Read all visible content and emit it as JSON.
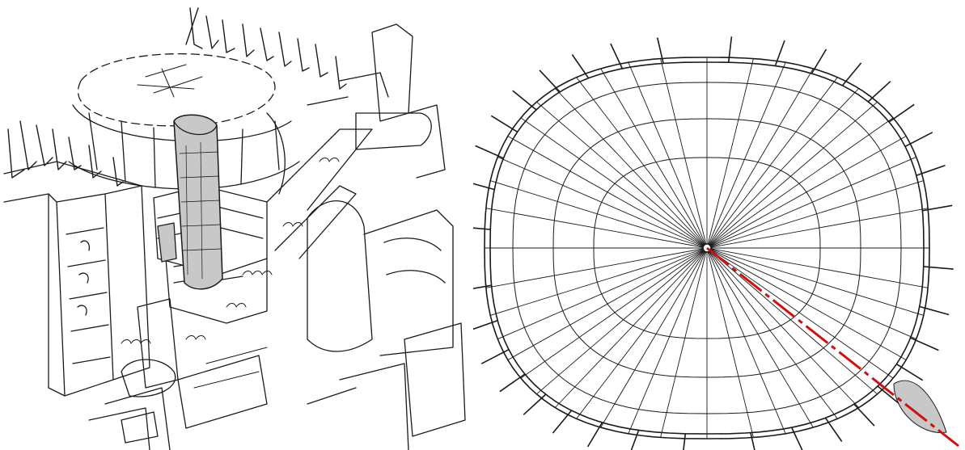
{
  "figure": {
    "panels": [
      {
        "id": "aerial-sketch",
        "kind": "perspective line drawing of tower beside stadium"
      },
      {
        "id": "stadium-roof-plan",
        "kind": "plan view of stadium roof grid with sightline"
      }
    ]
  },
  "plan": {
    "radial_count": 48,
    "ring_count": 5,
    "mast_count": 36
  },
  "colors": {
    "ink": "#1a1a1a",
    "highlight_fill": "#c8c8c8",
    "sightline": "#d01010",
    "paper": "#ffffff"
  }
}
